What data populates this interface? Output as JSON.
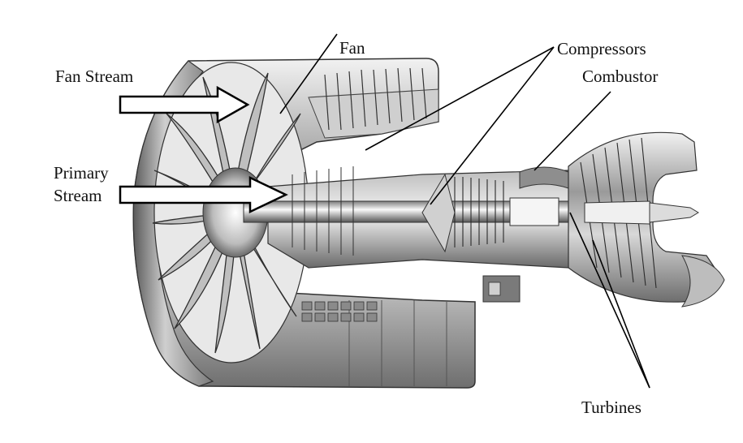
{
  "labels": {
    "fan": "Fan",
    "fan_stream": "Fan Stream",
    "compressors": "Compressors",
    "combustor": "Combustor",
    "primary_stream_line1": "Primary",
    "primary_stream_line2": "Stream",
    "turbines": "Turbines"
  },
  "colors": {
    "ink": "#111111",
    "metal_light": "#e6e6e6",
    "metal_mid": "#a8a8a8",
    "metal_dark": "#4a4a4a"
  }
}
